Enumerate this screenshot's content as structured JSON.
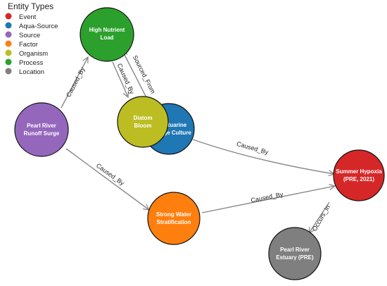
{
  "legend": {
    "title": "Entity Types",
    "items": [
      {
        "label": "Event",
        "color": "#d62728"
      },
      {
        "label": "Aqua-Source",
        "color": "#1f77b4"
      },
      {
        "label": "Source",
        "color": "#9467bd"
      },
      {
        "label": "Factor",
        "color": "#ff7f0e"
      },
      {
        "label": "Organism",
        "color": "#bcbd22"
      },
      {
        "label": "Process",
        "color": "#2ca02c"
      },
      {
        "label": "Location",
        "color": "#7f7f7f"
      }
    ]
  },
  "nodes": [
    {
      "id": "nutrient",
      "lines": [
        "High Nutrient",
        "Load"
      ],
      "color": "#2ca02c"
    },
    {
      "id": "pearl",
      "lines": [
        "Pearl River",
        "Runoff Surge"
      ],
      "color": "#9467bd"
    },
    {
      "id": "estuarine",
      "lines": [
        "Estuarine",
        "Cage Culture"
      ],
      "color": "#1f77b4"
    },
    {
      "id": "diatom",
      "lines": [
        "Diatom",
        "Bloom"
      ],
      "color": "#bcbd22"
    },
    {
      "id": "hypoxia",
      "lines": [
        "Summer Hypoxia",
        "(PRE, 2021)"
      ],
      "color": "#d62728"
    },
    {
      "id": "strat",
      "lines": [
        "Strong Water",
        "Stratification"
      ],
      "color": "#ff7f0e"
    },
    {
      "id": "estuary",
      "lines": [
        "Pearl River",
        "Estuary (PRE)"
      ],
      "color": "#7f7f7f"
    }
  ],
  "edges": [
    {
      "id": "e1",
      "label": "Caused_By"
    },
    {
      "id": "e2",
      "label": "Caused_By"
    },
    {
      "id": "e3",
      "label": "Sourced_From"
    },
    {
      "id": "e4",
      "label": "Caused_By"
    },
    {
      "id": "e5",
      "label": "Caused_By"
    },
    {
      "id": "e6",
      "label": "Caused_By"
    },
    {
      "id": "e7",
      "label": "Occurs_In"
    }
  ]
}
